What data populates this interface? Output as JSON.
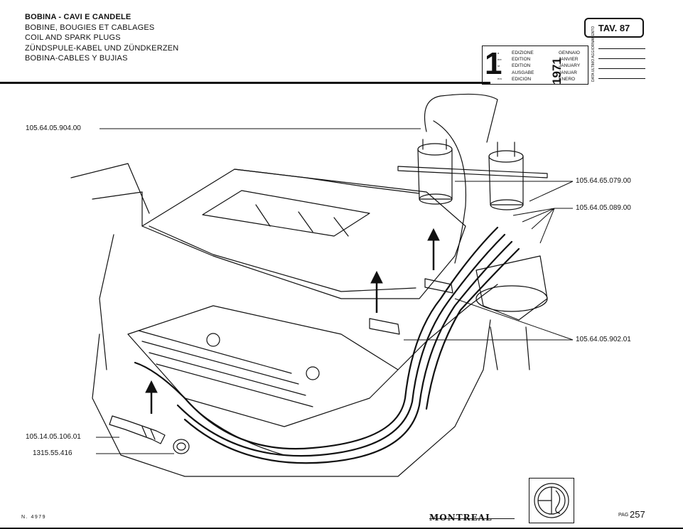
{
  "titles": [
    "BOBINA - CAVI E CANDELE",
    "BOBINE, BOUGIES ET CABLAGES",
    "COIL AND SPARK PLUGS",
    "ZÜNDSPULE-KABEL UND ZÜNDKERZEN",
    "BOBINA-CABLES Y BUJIAS"
  ],
  "table_ref": "TAV. 87",
  "edition": {
    "big_number": "1",
    "ordinals": [
      "a",
      "ère",
      "st",
      ".",
      "era"
    ],
    "labels": [
      "EDIZIONE",
      "EDITION",
      "EDITION",
      "AUSGABE",
      "EDICION"
    ],
    "year": "1971",
    "months": [
      "GENNAIO",
      "JANVIER",
      "JANUARY",
      "JANUAR",
      "ENERO"
    ],
    "side_label": "DATA ULTIMO AGGIORNAMENTO"
  },
  "part_numbers": {
    "p1": "105.64.05.904.00",
    "p2": "105.64.65.079.00",
    "p3": "105.64.05.089.00",
    "p4": "105.64.05.902.01",
    "p5": "105.14.05.106.01",
    "p6": "1315.55.416"
  },
  "footer": {
    "doc_number": "N. 4979",
    "brand": "MONTREAL",
    "page_prefix": "PAG",
    "page_number": "257"
  }
}
